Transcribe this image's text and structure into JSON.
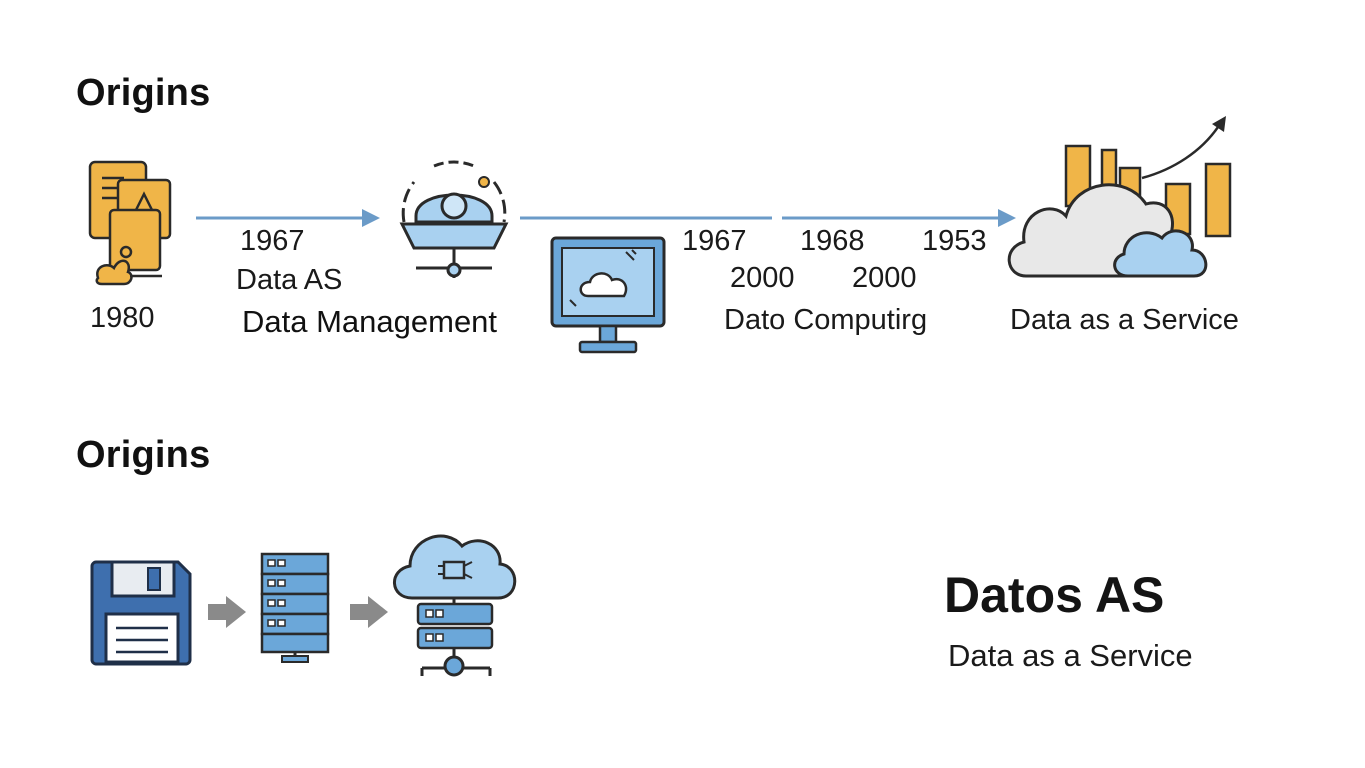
{
  "top_section": {
    "heading": "Origins",
    "labels": {
      "year_1980": "1980",
      "year_1967_a": "1967",
      "data_as": "Data AS",
      "data_management": "Data Management",
      "year_1967_b": "1967",
      "year_1968": "1968",
      "year_1953": "1953",
      "year_2000_a": "2000",
      "year_2000_b": "2000",
      "dato_computing": "Dato Computirg",
      "data_as_a_service": "Data as a Service"
    },
    "icons": [
      "documents-icon",
      "monitor-user-icon",
      "computer-cloud-icon",
      "cloud-growth-chart-icon"
    ]
  },
  "bottom_section": {
    "heading": "Origins",
    "icons": [
      "floppy-disk-icon",
      "server-rack-icon",
      "cloud-server-icon"
    ],
    "title": "Datos AS",
    "subtitle": "Data as a Service"
  },
  "colors": {
    "blue_fill": "#a9d1f0",
    "blue_stroke": "#3a6ea5",
    "orange_fill": "#f0b548",
    "arrow": "#6b9bc8",
    "gray_arrow": "#8a8a8a"
  }
}
